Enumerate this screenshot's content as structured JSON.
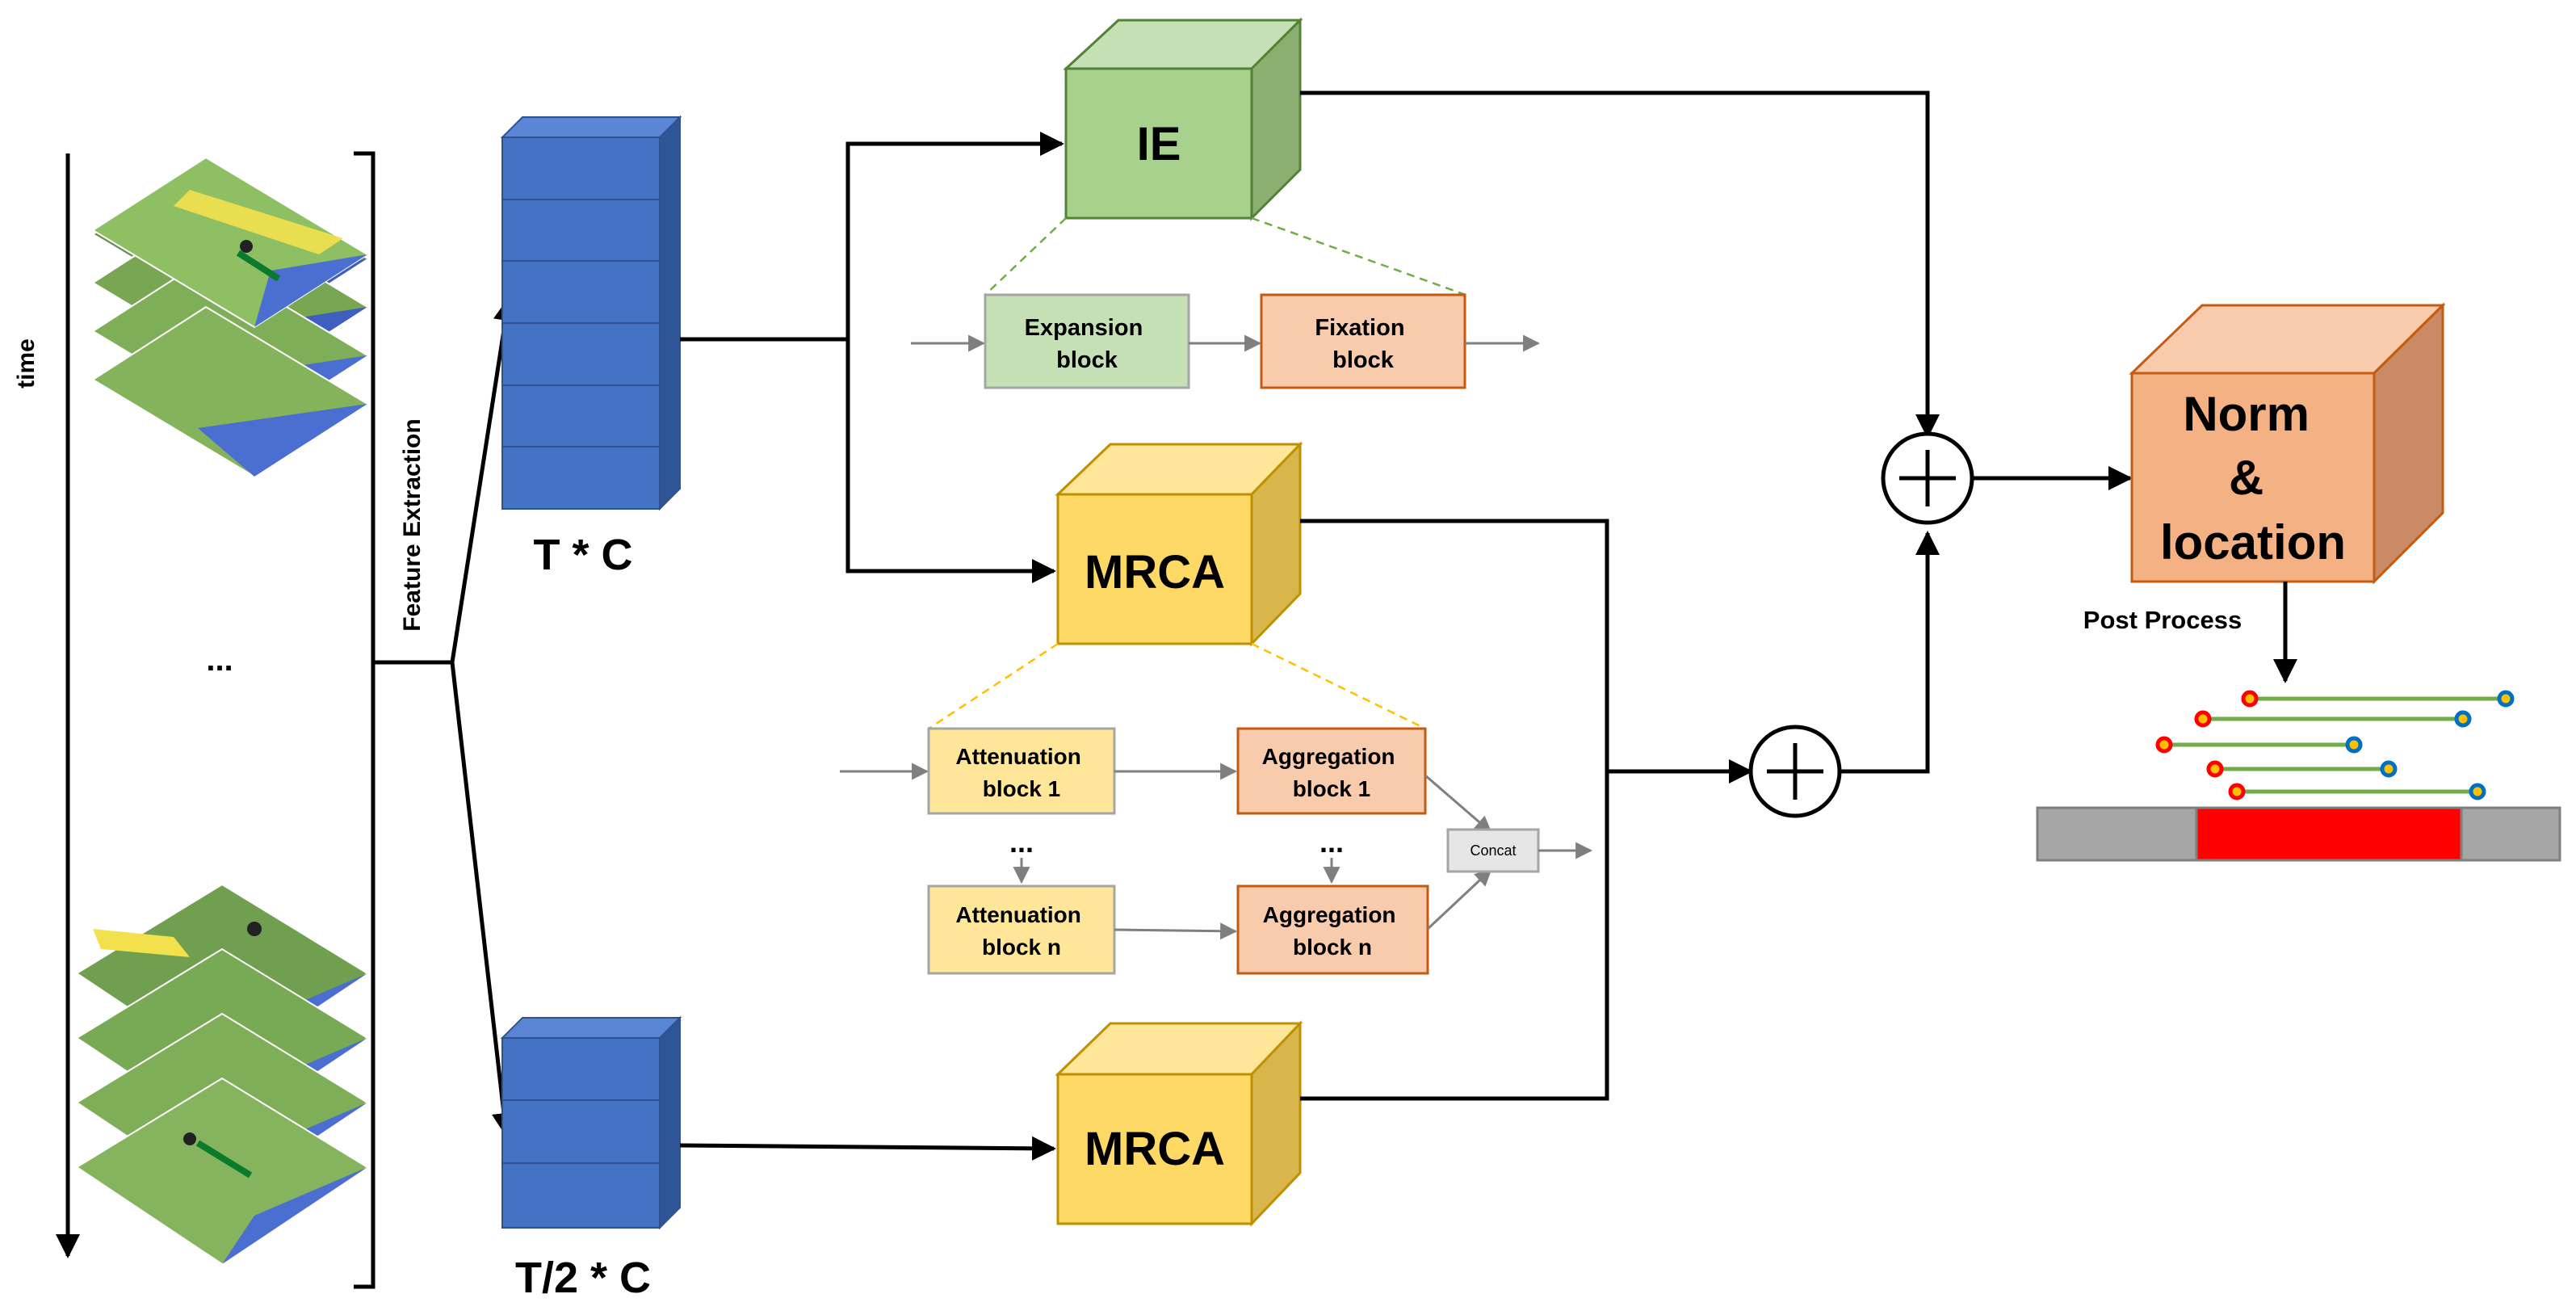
{
  "time_label": "time",
  "ellipsis_frames": "...",
  "feature_extraction_label": "Feature Extraction",
  "feature_full_label": "T * C",
  "feature_half_label": "T/2 * C",
  "ie_label": "IE",
  "mrca_top_label": "MRCA",
  "mrca_bottom_label": "MRCA",
  "expansion_block": [
    "Expansion",
    "block"
  ],
  "fixation_block": [
    "Fixation",
    "block"
  ],
  "attenuation_block_1": [
    "Attenuation",
    "block 1"
  ],
  "aggregation_block_1": [
    "Aggregation",
    "block 1"
  ],
  "attenuation_block_n": [
    "Attenuation",
    "block n"
  ],
  "aggregation_block_n": [
    "Aggregation",
    "block n"
  ],
  "vertical_ellipsis_left": "...",
  "vertical_ellipsis_right": "...",
  "concat_label": "Concat",
  "norm_location_label": [
    "Norm",
    "&",
    "location"
  ],
  "post_process_label": "Post Process",
  "colors": {
    "feature_blue": "#4472C4",
    "ie_green": "#A9D18E",
    "mrca_yellow": "#FFD966",
    "norm_orange": "#F4B183",
    "segment_line": "#70AD47",
    "highlight_red": "#FF0000",
    "timeline_gray": "#A6A6A6"
  }
}
